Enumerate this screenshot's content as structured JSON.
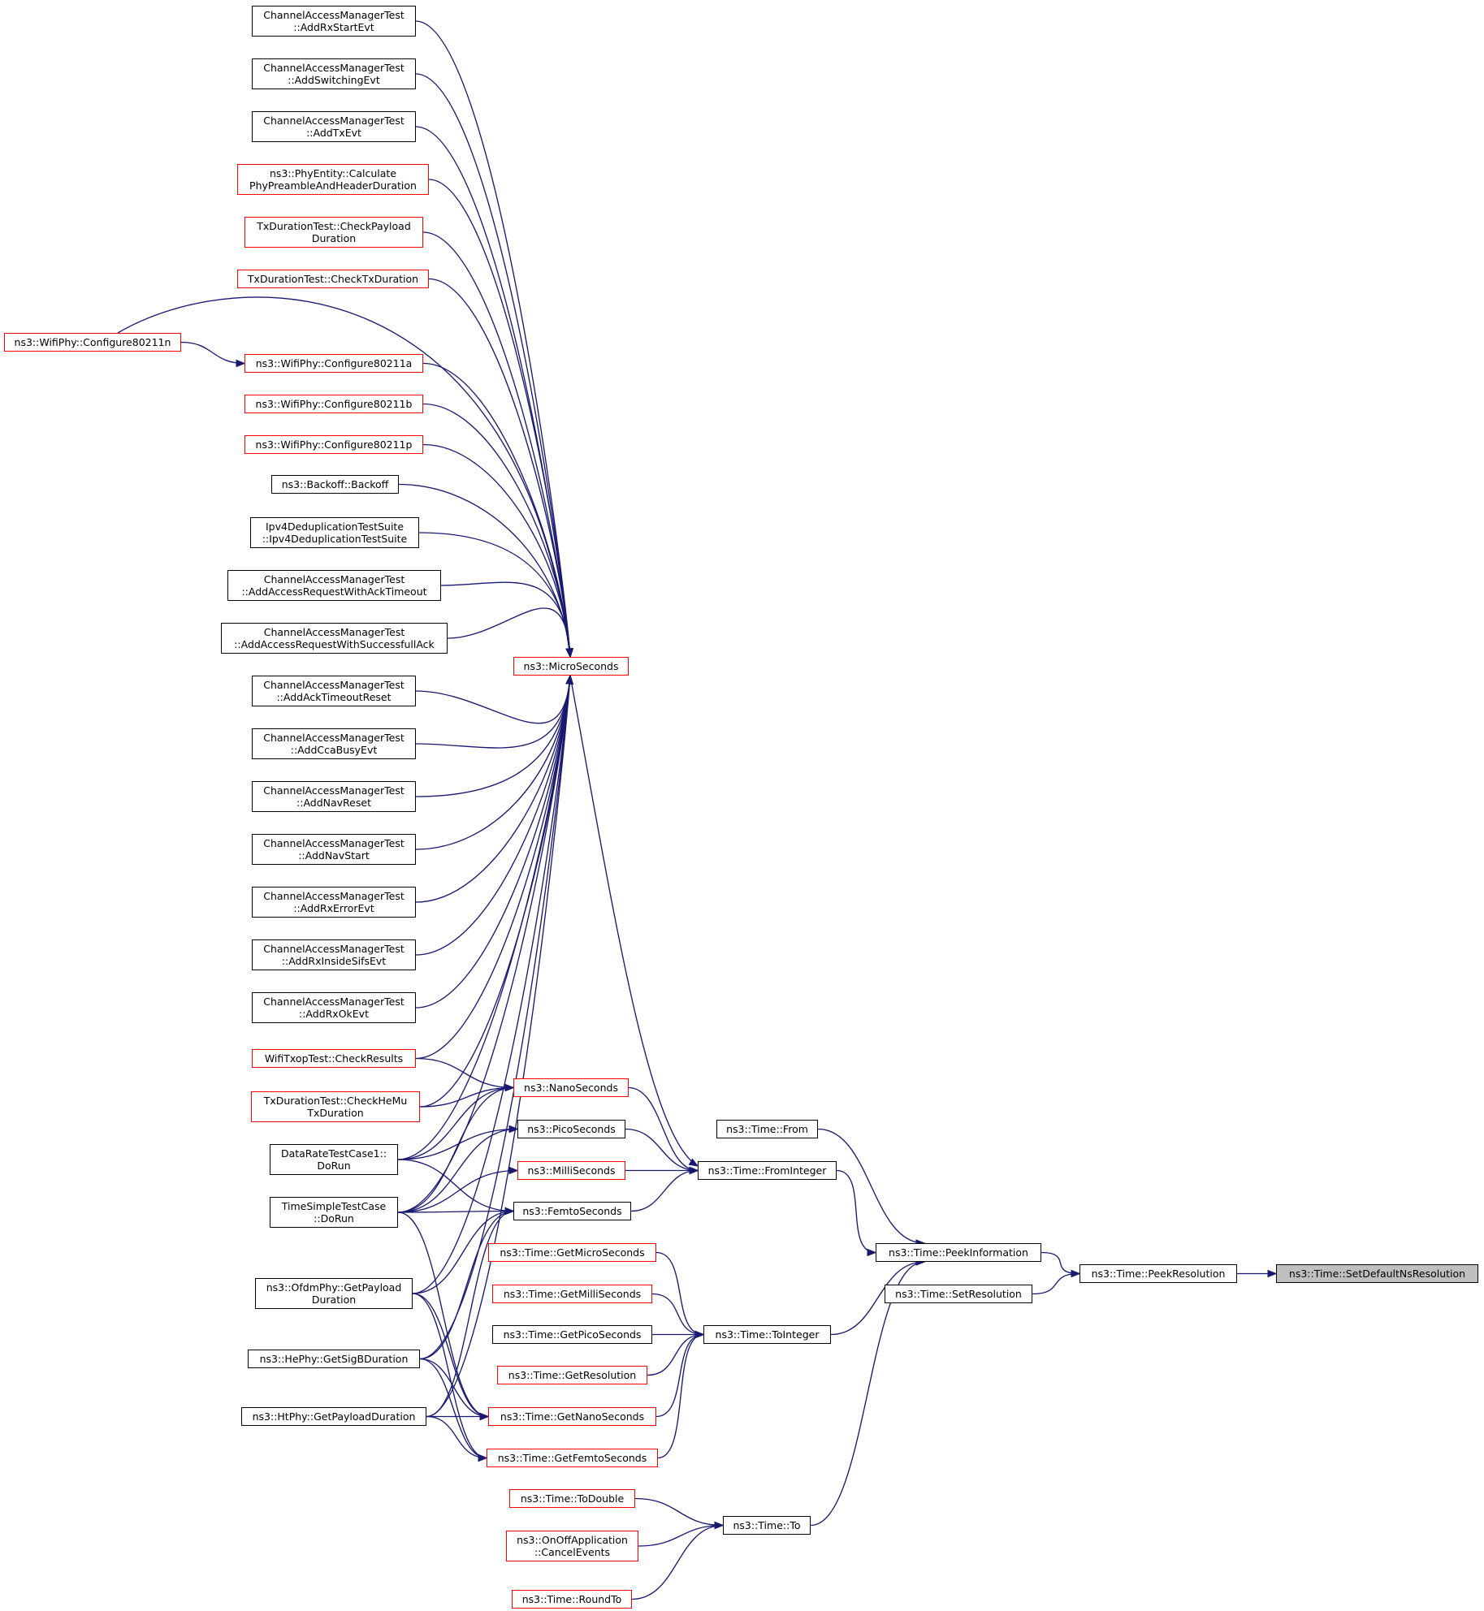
{
  "graph": {
    "colors": {
      "edge": "#191970",
      "incomplete_border": "#ff0000",
      "normal_border": "#000000",
      "focus_fill": "#bfbfbf"
    },
    "nodes": [
      {
        "id": "n0",
        "label": "ChannelAccessManagerTest\n::AddRxStartEvt",
        "color": "black"
      },
      {
        "id": "n1",
        "label": "ChannelAccessManagerTest\n::AddSwitchingEvt",
        "color": "black"
      },
      {
        "id": "n2",
        "label": "ChannelAccessManagerTest\n::AddTxEvt",
        "color": "black"
      },
      {
        "id": "n3",
        "label": "ns3::PhyEntity::Calculate\nPhyPreambleAndHeaderDuration",
        "color": "red"
      },
      {
        "id": "n4",
        "label": "TxDurationTest::CheckPayload\nDuration",
        "color": "red"
      },
      {
        "id": "n5",
        "label": "TxDurationTest::CheckTxDuration",
        "color": "red"
      },
      {
        "id": "n6",
        "label": "ns3::WifiPhy::Configure80211n",
        "color": "red"
      },
      {
        "id": "n7",
        "label": "ns3::WifiPhy::Configure80211a",
        "color": "red"
      },
      {
        "id": "n8",
        "label": "ns3::WifiPhy::Configure80211b",
        "color": "red"
      },
      {
        "id": "n9",
        "label": "ns3::WifiPhy::Configure80211p",
        "color": "red"
      },
      {
        "id": "n10",
        "label": "ns3::Backoff::Backoff",
        "color": "black"
      },
      {
        "id": "n11",
        "label": "Ipv4DeduplicationTestSuite\n::Ipv4DeduplicationTestSuite",
        "color": "black"
      },
      {
        "id": "n12",
        "label": "ChannelAccessManagerTest\n::AddAccessRequestWithAckTimeout",
        "color": "black"
      },
      {
        "id": "n13",
        "label": "ChannelAccessManagerTest\n::AddAccessRequestWithSuccessfullAck",
        "color": "black"
      },
      {
        "id": "n14",
        "label": "ns3::MicroSeconds",
        "color": "red"
      },
      {
        "id": "n15",
        "label": "ChannelAccessManagerTest\n::AddAckTimeoutReset",
        "color": "black"
      },
      {
        "id": "n16",
        "label": "ChannelAccessManagerTest\n::AddCcaBusyEvt",
        "color": "black"
      },
      {
        "id": "n17",
        "label": "ChannelAccessManagerTest\n::AddNavReset",
        "color": "black"
      },
      {
        "id": "n18",
        "label": "ChannelAccessManagerTest\n::AddNavStart",
        "color": "black"
      },
      {
        "id": "n19",
        "label": "ChannelAccessManagerTest\n::AddRxErrorEvt",
        "color": "black"
      },
      {
        "id": "n20",
        "label": "ChannelAccessManagerTest\n::AddRxInsideSifsEvt",
        "color": "black"
      },
      {
        "id": "n21",
        "label": "ChannelAccessManagerTest\n::AddRxOkEvt",
        "color": "black"
      },
      {
        "id": "n22",
        "label": "WifiTxopTest::CheckResults",
        "color": "red"
      },
      {
        "id": "n23",
        "label": "ns3::NanoSeconds",
        "color": "red"
      },
      {
        "id": "n24",
        "label": "TxDurationTest::CheckHeMu\nTxDuration",
        "color": "red"
      },
      {
        "id": "n25",
        "label": "ns3::Time::From",
        "color": "black"
      },
      {
        "id": "n26",
        "label": "ns3::PicoSeconds",
        "color": "black"
      },
      {
        "id": "n27",
        "label": "DataRateTestCase1::\nDoRun",
        "color": "black"
      },
      {
        "id": "n28",
        "label": "ns3::MilliSeconds",
        "color": "red"
      },
      {
        "id": "n29",
        "label": "ns3::Time::FromInteger",
        "color": "black"
      },
      {
        "id": "n30",
        "label": "TimeSimpleTestCase\n::DoRun",
        "color": "black"
      },
      {
        "id": "n31",
        "label": "ns3::FemtoSeconds",
        "color": "black"
      },
      {
        "id": "n32",
        "label": "ns3::Time::GetMicroSeconds",
        "color": "red"
      },
      {
        "id": "n33",
        "label": "ns3::Time::PeekInformation",
        "color": "black"
      },
      {
        "id": "n34",
        "label": "ns3::Time::PeekResolution",
        "color": "black"
      },
      {
        "id": "n35",
        "label": "ns3::Time::SetDefaultNsResolution",
        "color": "focus"
      },
      {
        "id": "n36",
        "label": "ns3::Time::SetResolution",
        "color": "black"
      },
      {
        "id": "n37",
        "label": "ns3::OfdmPhy::GetPayload\nDuration",
        "color": "black"
      },
      {
        "id": "n38",
        "label": "ns3::Time::GetMilliSeconds",
        "color": "red"
      },
      {
        "id": "n39",
        "label": "ns3::Time::GetPicoSeconds",
        "color": "black"
      },
      {
        "id": "n40",
        "label": "ns3::Time::ToInteger",
        "color": "black"
      },
      {
        "id": "n41",
        "label": "ns3::HePhy::GetSigBDuration",
        "color": "black"
      },
      {
        "id": "n42",
        "label": "ns3::Time::GetResolution",
        "color": "red"
      },
      {
        "id": "n43",
        "label": "ns3::HtPhy::GetPayloadDuration",
        "color": "black"
      },
      {
        "id": "n44",
        "label": "ns3::Time::GetNanoSeconds",
        "color": "red"
      },
      {
        "id": "n45",
        "label": "ns3::Time::GetFemtoSeconds",
        "color": "red"
      },
      {
        "id": "n46",
        "label": "ns3::Time::ToDouble",
        "color": "red"
      },
      {
        "id": "n47",
        "label": "ns3::Time::To",
        "color": "black"
      },
      {
        "id": "n48",
        "label": "ns3::OnOffApplication\n::CancelEvents",
        "color": "red"
      },
      {
        "id": "n49",
        "label": "ns3::Time::RoundTo",
        "color": "red"
      }
    ],
    "edges": [
      [
        "n0",
        "n14"
      ],
      [
        "n1",
        "n14"
      ],
      [
        "n2",
        "n14"
      ],
      [
        "n3",
        "n14"
      ],
      [
        "n4",
        "n14"
      ],
      [
        "n5",
        "n14"
      ],
      [
        "n6",
        "n14"
      ],
      [
        "n6",
        "n7"
      ],
      [
        "n7",
        "n14"
      ],
      [
        "n8",
        "n14"
      ],
      [
        "n9",
        "n14"
      ],
      [
        "n10",
        "n14"
      ],
      [
        "n11",
        "n14"
      ],
      [
        "n12",
        "n14"
      ],
      [
        "n13",
        "n14"
      ],
      [
        "n15",
        "n14"
      ],
      [
        "n16",
        "n14"
      ],
      [
        "n17",
        "n14"
      ],
      [
        "n18",
        "n14"
      ],
      [
        "n19",
        "n14"
      ],
      [
        "n20",
        "n14"
      ],
      [
        "n21",
        "n14"
      ],
      [
        "n22",
        "n14"
      ],
      [
        "n24",
        "n14"
      ],
      [
        "n27",
        "n14"
      ],
      [
        "n30",
        "n14"
      ],
      [
        "n37",
        "n14"
      ],
      [
        "n41",
        "n14"
      ],
      [
        "n43",
        "n14"
      ],
      [
        "n22",
        "n23"
      ],
      [
        "n24",
        "n23"
      ],
      [
        "n27",
        "n23"
      ],
      [
        "n30",
        "n23"
      ],
      [
        "n27",
        "n26"
      ],
      [
        "n30",
        "n26"
      ],
      [
        "n30",
        "n28"
      ],
      [
        "n27",
        "n31"
      ],
      [
        "n30",
        "n31"
      ],
      [
        "n37",
        "n31"
      ],
      [
        "n41",
        "n31"
      ],
      [
        "n43",
        "n31"
      ],
      [
        "n30",
        "n44"
      ],
      [
        "n37",
        "n44"
      ],
      [
        "n41",
        "n44"
      ],
      [
        "n43",
        "n44"
      ],
      [
        "n37",
        "n45"
      ],
      [
        "n41",
        "n45"
      ],
      [
        "n43",
        "n45"
      ],
      [
        "n14",
        "n29"
      ],
      [
        "n23",
        "n29"
      ],
      [
        "n26",
        "n29"
      ],
      [
        "n28",
        "n29"
      ],
      [
        "n31",
        "n29"
      ],
      [
        "n25",
        "n33"
      ],
      [
        "n29",
        "n33"
      ],
      [
        "n40",
        "n33"
      ],
      [
        "n47",
        "n33"
      ],
      [
        "n32",
        "n40"
      ],
      [
        "n38",
        "n40"
      ],
      [
        "n39",
        "n40"
      ],
      [
        "n42",
        "n40"
      ],
      [
        "n44",
        "n40"
      ],
      [
        "n45",
        "n40"
      ],
      [
        "n46",
        "n47"
      ],
      [
        "n48",
        "n47"
      ],
      [
        "n49",
        "n47"
      ],
      [
        "n33",
        "n34"
      ],
      [
        "n36",
        "n34"
      ],
      [
        "n34",
        "n35"
      ]
    ]
  }
}
